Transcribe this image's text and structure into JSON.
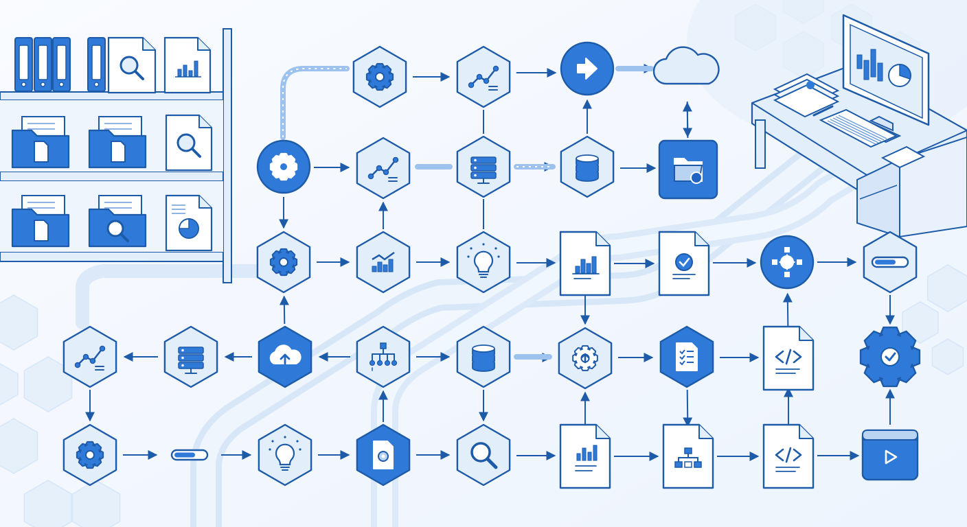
{
  "colors": {
    "stroke": "#1d5aa8",
    "fill_light": "#e3eefb",
    "fill_mid": "#b9d3f3",
    "fill_dark": "#2f7ad9",
    "fill_dark2": "#1f64c0",
    "background": "#f5f9fe",
    "track": "#cfe2f7"
  },
  "nodes": [
    {
      "id": "n_cog_top",
      "shape": "hex",
      "icon": "gear-icon",
      "style": "light"
    },
    {
      "id": "n_chart_top",
      "shape": "hex",
      "icon": "line-chart-icon",
      "style": "light"
    },
    {
      "id": "n_arrow_top",
      "shape": "circle",
      "icon": "arrow-right-icon",
      "style": "dark"
    },
    {
      "id": "n_cloud_top",
      "shape": "cloud",
      "icon": "upload-icon",
      "style": "light"
    },
    {
      "id": "n_cog_r2",
      "shape": "circle",
      "icon": "gear-icon",
      "style": "dark"
    },
    {
      "id": "n_slider_r2",
      "shape": "hex",
      "icon": "line-chart-icon",
      "style": "light"
    },
    {
      "id": "n_server_r2",
      "shape": "hex",
      "icon": "server-icon",
      "style": "light"
    },
    {
      "id": "n_db_r2",
      "shape": "hex",
      "icon": "database-icon",
      "style": "light"
    },
    {
      "id": "n_folder_r2",
      "shape": "square",
      "icon": "folder-gear-icon",
      "style": "dark"
    },
    {
      "id": "n_cog_r3",
      "shape": "hex",
      "icon": "gear-icon",
      "style": "light"
    },
    {
      "id": "n_bar_r3",
      "shape": "hex",
      "icon": "bar-line-chart-icon",
      "style": "light"
    },
    {
      "id": "n_bulb_r3",
      "shape": "hex",
      "icon": "lightbulb-icon",
      "style": "light"
    },
    {
      "id": "n_doc_chart_r3",
      "shape": "doc",
      "icon": "bar-chart-icon",
      "style": "light"
    },
    {
      "id": "n_doc_check_r3",
      "shape": "doc",
      "icon": "check-badge-icon",
      "style": "light"
    },
    {
      "id": "n_network_r3",
      "shape": "circle",
      "icon": "network-hand-icon",
      "style": "dark"
    },
    {
      "id": "n_progress_r3",
      "shape": "hex",
      "icon": "progress-bar-icon",
      "style": "light"
    },
    {
      "id": "n_chart_r4",
      "shape": "hex",
      "icon": "line-chart-icon",
      "style": "light"
    },
    {
      "id": "n_server_r4",
      "shape": "hex",
      "icon": "server-icon",
      "style": "light"
    },
    {
      "id": "n_cloud_r4",
      "shape": "hex",
      "icon": "cloud-upload-icon",
      "style": "dark"
    },
    {
      "id": "n_tree_r4",
      "shape": "hex",
      "icon": "hierarchy-icon",
      "style": "light"
    },
    {
      "id": "n_db_r4",
      "shape": "hex",
      "icon": "database-icon",
      "style": "light"
    },
    {
      "id": "n_gearup_r4",
      "shape": "hex",
      "icon": "gear-upload-icon",
      "style": "light"
    },
    {
      "id": "n_checklist_r4",
      "shape": "hex",
      "icon": "checklist-icon",
      "style": "dark"
    },
    {
      "id": "n_code_r4",
      "shape": "doc",
      "icon": "code-icon",
      "style": "light"
    },
    {
      "id": "n_gearcheck_r4",
      "shape": "gear",
      "icon": "check-icon",
      "style": "dark"
    },
    {
      "id": "n_cog_r5",
      "shape": "hex",
      "icon": "gear-icon",
      "style": "light"
    },
    {
      "id": "n_progress_r5",
      "shape": "bar",
      "icon": "progress-bar-icon",
      "style": "light"
    },
    {
      "id": "n_bulb_r5",
      "shape": "hex",
      "icon": "lightbulb-icon",
      "style": "light"
    },
    {
      "id": "n_docgear_r5",
      "shape": "hex",
      "icon": "document-gear-icon",
      "style": "dark"
    },
    {
      "id": "n_search_r5",
      "shape": "hex",
      "icon": "search-icon",
      "style": "light"
    },
    {
      "id": "n_doc_report_r5",
      "shape": "doc",
      "icon": "report-icon",
      "style": "light"
    },
    {
      "id": "n_doc_flow_r5",
      "shape": "doc",
      "icon": "flowchart-icon",
      "style": "light"
    },
    {
      "id": "n_code_r5",
      "shape": "doc",
      "icon": "code-icon",
      "style": "light"
    },
    {
      "id": "n_video_r5",
      "shape": "window",
      "icon": "play-icon",
      "style": "dark"
    }
  ],
  "edges": [
    [
      "n_cog_top",
      "n_chart_top"
    ],
    [
      "n_chart_top",
      "n_arrow_top"
    ],
    [
      "n_arrow_top",
      "n_cloud_top"
    ],
    [
      "n_cog_r2",
      "n_slider_r2"
    ],
    [
      "n_server_r2",
      "n_db_r2"
    ],
    [
      "n_db_r2",
      "n_folder_r2"
    ],
    [
      "n_db_r2",
      "n_arrow_top"
    ],
    [
      "n_folder_r2",
      "n_cloud_top"
    ],
    [
      "n_cloud_top",
      "n_folder_r2"
    ],
    [
      "n_cog_r2",
      "n_cog_r3"
    ],
    [
      "n_bar_r3",
      "n_slider_r2"
    ],
    [
      "n_cog_r3",
      "n_bar_r3"
    ],
    [
      "n_bar_r3",
      "n_bulb_r3"
    ],
    [
      "n_bulb_r3",
      "n_doc_chart_r3"
    ],
    [
      "n_doc_chart_r3",
      "n_doc_check_r3"
    ],
    [
      "n_doc_check_r3",
      "n_network_r3"
    ],
    [
      "n_network_r3",
      "n_progress_r3"
    ],
    [
      "n_doc_chart_r3",
      "n_gearup_r4"
    ],
    [
      "n_code_r4",
      "n_network_r3"
    ],
    [
      "n_progress_r3",
      "n_gearcheck_r4"
    ],
    [
      "n_cloud_r4",
      "n_cog_r3"
    ],
    [
      "n_server_r4",
      "n_chart_r4"
    ],
    [
      "n_cloud_r4",
      "n_server_r4"
    ],
    [
      "n_tree_r4",
      "n_cloud_r4"
    ],
    [
      "n_tree_r4",
      "n_db_r4"
    ],
    [
      "n_gearup_r4",
      "n_checklist_r4"
    ],
    [
      "n_checklist_r4",
      "n_code_r4"
    ],
    [
      "n_db_r4",
      "n_gearup_r4"
    ],
    [
      "n_chart_r4",
      "n_cog_r5"
    ],
    [
      "n_docgear_r5",
      "n_tree_r4"
    ],
    [
      "n_db_r4",
      "n_search_r5"
    ],
    [
      "n_doc_report_r5",
      "n_gearup_r4"
    ],
    [
      "n_checklist_r4",
      "n_doc_flow_r5"
    ],
    [
      "n_code_r5",
      "n_code_r4"
    ],
    [
      "n_video_r5",
      "n_gearcheck_r4"
    ],
    [
      "n_cog_r5",
      "n_progress_r5"
    ],
    [
      "n_progress_r5",
      "n_bulb_r5"
    ],
    [
      "n_bulb_r5",
      "n_docgear_r5"
    ],
    [
      "n_docgear_r5",
      "n_search_r5"
    ],
    [
      "n_search_r5",
      "n_doc_report_r5"
    ],
    [
      "n_doc_report_r5",
      "n_doc_flow_r5"
    ],
    [
      "n_doc_flow_r5",
      "n_code_r5"
    ],
    [
      "n_code_r5",
      "n_video_r5"
    ]
  ],
  "shelf": {
    "icons": [
      "binder-icon",
      "binder-icon",
      "binder-icon",
      "binder-icon",
      "document-search-icon",
      "document-chart-icon",
      "folder-document-icon",
      "folder-document-icon",
      "document-search-icon",
      "folder-document-icon",
      "folder-search-icon",
      "document-pie-icon"
    ]
  },
  "desk": {
    "icons": [
      "monitor-icon",
      "bar-chart-icon",
      "pie-chart-icon",
      "keyboard-icon",
      "papers-icon",
      "pen-icon",
      "drawer-icon"
    ]
  }
}
